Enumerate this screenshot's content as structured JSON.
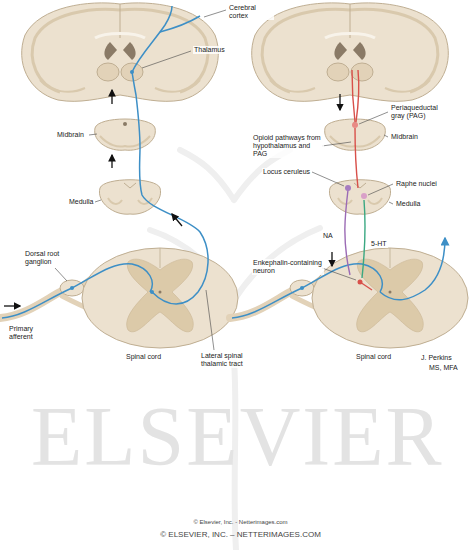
{
  "diagram": {
    "labels": [
      "Cerebral cortex",
      "Thalamus",
      "Midbrain",
      "Medulla",
      "Dorsal root ganglion",
      "Primary afferent",
      "Spinal cord",
      "Lateral spinal thalamic tract",
      "Periaqueductal gray (PAG)",
      "Opioid pathways from hypothalamus and PAG",
      "Midbrain",
      "Locus ceruleus",
      "Raphe nuclei",
      "Medulla",
      "NA",
      "5-HT",
      "Enkephalin-containing neuron",
      "Spinal cord",
      "J. Perkins",
      "MS, MFA",
      "ELSEVIER",
      "© Elsevier, Inc. - Netterimages.com",
      "© ELSEVIER, INC. – NETTERIMAGES.COM"
    ]
  }
}
